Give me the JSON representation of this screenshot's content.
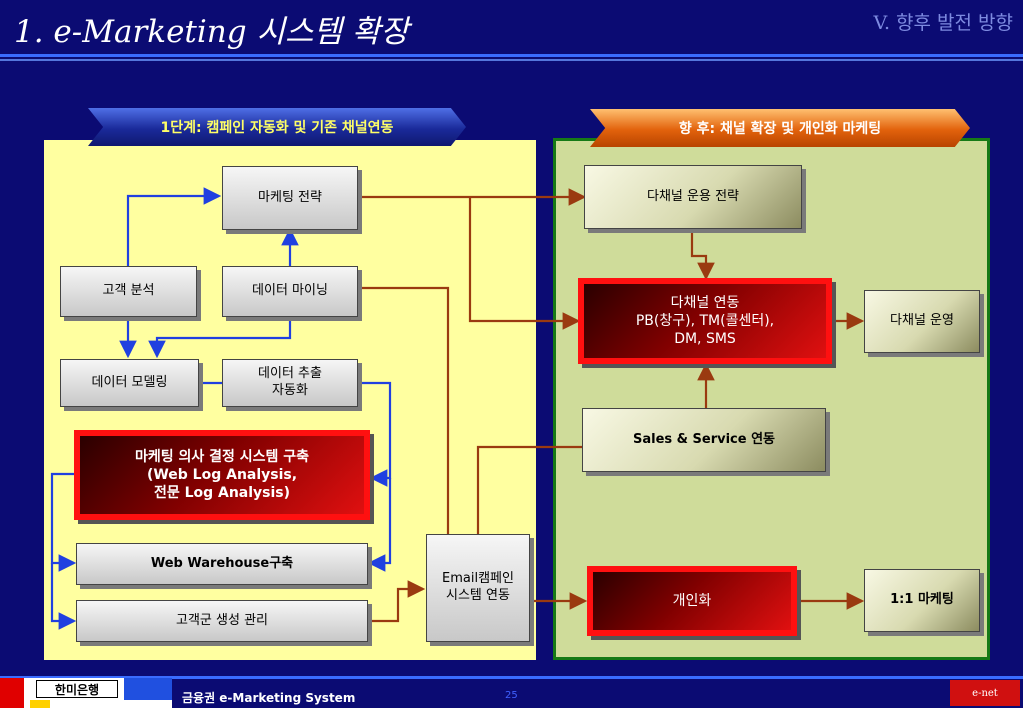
{
  "header": {
    "title": "1. e-Marketing 시스템 확장",
    "section": "V. 향후 발전 방향"
  },
  "left": {
    "banner": "1단계: 캠페인 자동화 및 기존 채널연동",
    "boxes": {
      "marketing_strategy": "마케팅 전략",
      "customer_analysis": "고객 분석",
      "data_mining": "데이터 마이닝",
      "data_modeling": "데이터 모델링",
      "data_extraction": "데이터 추출\n자동화",
      "decision_system": "마케팅 의사 결정 시스템 구축\n(Web Log Analysis,\n전문 Log Analysis)",
      "web_warehouse": "Web Warehouse구축",
      "segment_creation": "고객군 생성 관리",
      "email_campaign": "Email캠페인\n시스템 연동"
    }
  },
  "right": {
    "banner": "향 후: 채널 확장 및 개인화 마케팅",
    "boxes": {
      "multichannel_strategy": "다채널 운용 전략",
      "multichannel_link": "다채널 연동\nPB(창구), TM(콜센터),\nDM, SMS",
      "multichannel_operation": "다채널 운영",
      "sales_service": "Sales & Service 연동",
      "personalization": "개인화",
      "one_to_one": "1:1 마케팅"
    }
  },
  "footer": {
    "bank_logo": "한미은행",
    "system_label": "금융권 e-Marketing System",
    "page_number": "25",
    "brand": "e-net"
  },
  "colors": {
    "background": "#0b0b73",
    "left_panel": "#ffffa0",
    "right_panel": "#cfdc9a",
    "blue_arrow": "#2040e0",
    "brown_arrow": "#9a3a10"
  }
}
